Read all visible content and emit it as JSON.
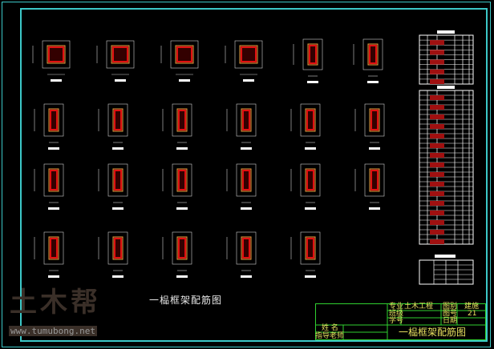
{
  "drawing": {
    "caption": "一榀框架配筋图"
  },
  "title_block": {
    "major_label": "专业",
    "major_value": "土木工程",
    "category_label": "图别",
    "category_value": "建施",
    "class_label": "班级",
    "drawing_no_label": "图号",
    "drawing_no_value": "21",
    "student_no_label": "学号",
    "date_label": "日期",
    "name_label": "姓 名",
    "advisor_label": "指导老师",
    "drawing_title": "一榀框架配筋图"
  },
  "watermark": {
    "logo": "土木帮",
    "url": "www.tumubong.net"
  },
  "colors": {
    "frame": "#3cc8c8",
    "rebar": "#e01010",
    "concrete": "#e8a040",
    "titleblock": "#30d030",
    "text": "#e8e060"
  }
}
